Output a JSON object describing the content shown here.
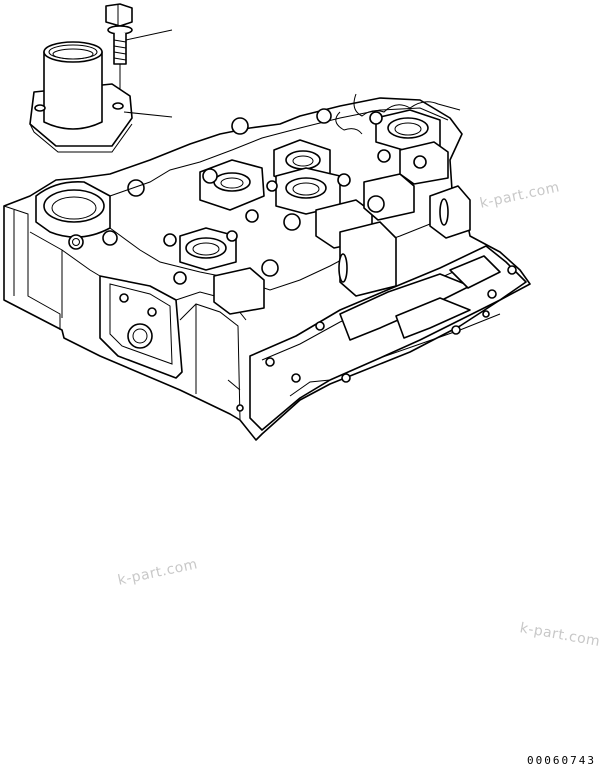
{
  "watermarks": [
    "k-part.com",
    "k-part.com",
    "k-part.com"
  ],
  "figure_number": "00060743",
  "colors": {
    "line": "#000000",
    "watermark": "#c8c8c8",
    "background": "#ffffff"
  },
  "parts": [
    "bolt",
    "thermostat-housing",
    "cylinder-head"
  ]
}
